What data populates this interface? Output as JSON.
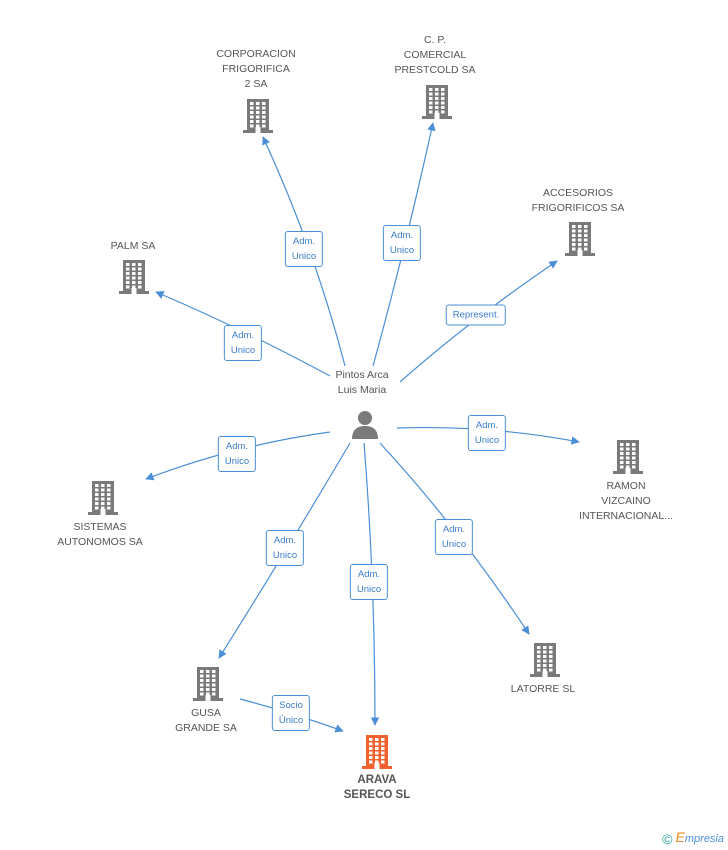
{
  "center": {
    "name": [
      "Pintos Arca",
      "Luis Maria"
    ],
    "icon": "person-icon"
  },
  "companies": [
    {
      "id": "corporacion",
      "label": [
        "CORPORACION",
        "FRIGORIFICA",
        "2 SA"
      ],
      "icon": "building-icon",
      "highlight": false
    },
    {
      "id": "prestcold",
      "label": [
        "C. P.",
        "COMERCIAL",
        "PRESTCOLD SA"
      ],
      "icon": "building-icon",
      "highlight": false
    },
    {
      "id": "accesorios",
      "label": [
        "ACCESORIOS",
        "FRIGORIFICOS SA"
      ],
      "icon": "building-icon",
      "highlight": false
    },
    {
      "id": "palm",
      "label": [
        "PALM SA"
      ],
      "icon": "building-icon",
      "highlight": false
    },
    {
      "id": "ramon",
      "label": [
        "RAMON",
        "VIZCAINO",
        "INTERNACIONAL..."
      ],
      "icon": "building-icon",
      "highlight": false
    },
    {
      "id": "sistemas",
      "label": [
        "SISTEMAS",
        "AUTONOMOS SA"
      ],
      "icon": "building-icon",
      "highlight": false
    },
    {
      "id": "latorre",
      "label": [
        "LATORRE SL"
      ],
      "icon": "building-icon",
      "highlight": false
    },
    {
      "id": "gusa",
      "label": [
        "GUSA",
        "GRANDE SA"
      ],
      "icon": "building-icon",
      "highlight": false
    },
    {
      "id": "arava",
      "label": [
        "ARAVA",
        "SERECO SL"
      ],
      "icon": "building-icon",
      "highlight": true
    }
  ],
  "relations": [
    {
      "from": "center",
      "to": "corporacion",
      "label": [
        "Adm.",
        "Unico"
      ]
    },
    {
      "from": "center",
      "to": "prestcold",
      "label": [
        "Adm.",
        "Unico"
      ]
    },
    {
      "from": "center",
      "to": "accesorios",
      "label": [
        "Represent."
      ]
    },
    {
      "from": "center",
      "to": "palm",
      "label": [
        "Adm.",
        "Unico"
      ]
    },
    {
      "from": "center",
      "to": "ramon",
      "label": [
        "Adm.",
        "Unico"
      ]
    },
    {
      "from": "center",
      "to": "sistemas",
      "label": [
        "Adm.",
        "Unico"
      ]
    },
    {
      "from": "center",
      "to": "latorre",
      "label": [
        "Adm.",
        "Unico"
      ]
    },
    {
      "from": "center",
      "to": "gusa",
      "label": [
        "Adm.",
        "Unico"
      ]
    },
    {
      "from": "center",
      "to": "arava",
      "label": [
        "Adm.",
        "Unico"
      ]
    },
    {
      "from": "gusa",
      "to": "arava",
      "label": [
        "Socio",
        "Único"
      ]
    }
  ],
  "colors": {
    "edge": "#4a8fd6",
    "building": "#7a7a7a",
    "highlight": "#f2622e",
    "label": "#555555"
  },
  "footer": {
    "copyright": "©",
    "brand_initial": "E",
    "brand_rest": "mpresia"
  }
}
